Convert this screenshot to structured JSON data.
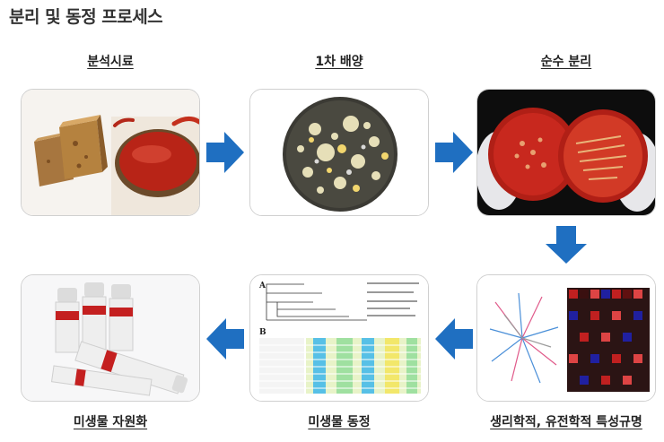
{
  "page": {
    "title": "분리 및 동정 프로세스"
  },
  "steps": [
    {
      "label": "분석시료"
    },
    {
      "label": "1차 배양"
    },
    {
      "label": "순수 분리"
    },
    {
      "label": "생리학적, 유전학적 특성규명"
    },
    {
      "label": "미생물 동정"
    },
    {
      "label": "미생물 자원화"
    }
  ],
  "tree_panel": {
    "panel_a": "A",
    "panel_b": "B"
  },
  "colors": {
    "arrow": "#1f6fc1",
    "card_border": "#d0d0d0",
    "agar_red": "#c8281e"
  }
}
